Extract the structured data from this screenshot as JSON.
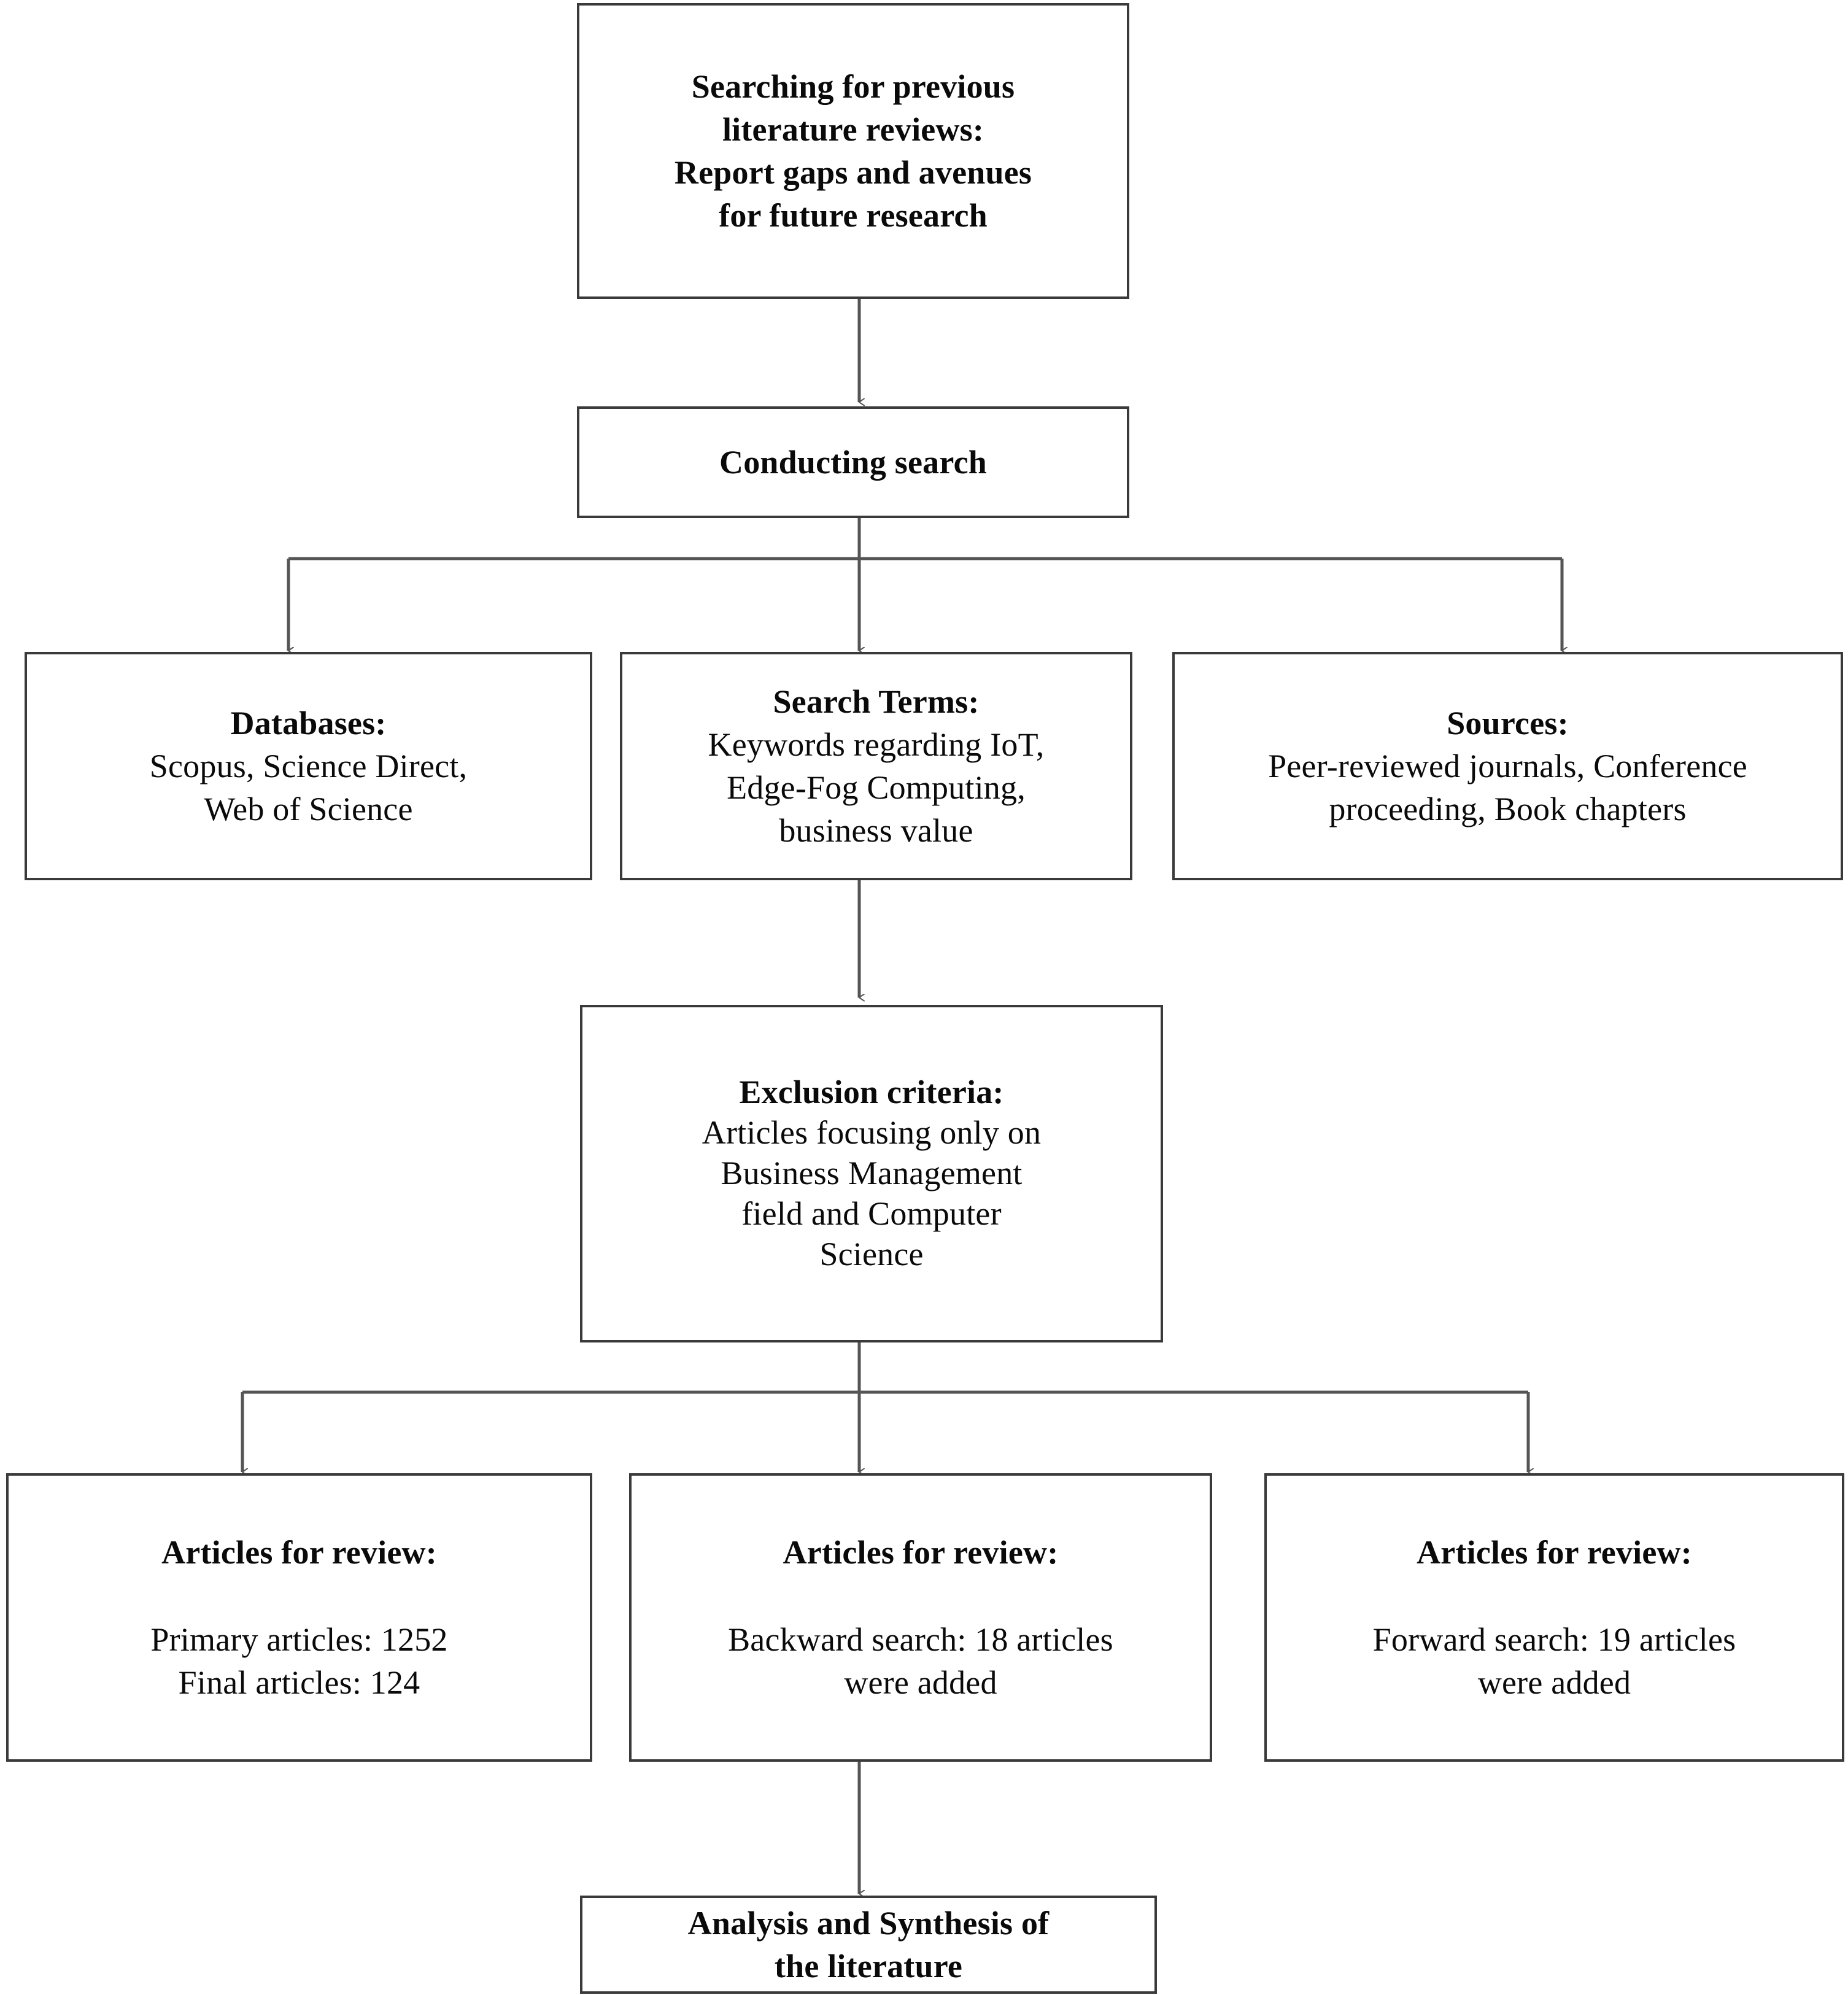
{
  "diagram": {
    "title": "Literature review search methodology flowchart",
    "colors": {
      "box_border": "#3a3a3a",
      "connector": "#555555",
      "text": "#0a0a0a",
      "background": "#ffffff"
    },
    "nodes": {
      "previous_reviews": {
        "lines": [
          "Searching for previous",
          "literature reviews:",
          "Report gaps and avenues",
          "for future research"
        ]
      },
      "conducting_search": {
        "lines": [
          "Conducting search"
        ]
      },
      "databases": {
        "heading": "Databases:",
        "lines": [
          "Scopus, Science Direct,",
          "Web of Science"
        ]
      },
      "search_terms": {
        "heading": "Search Terms:",
        "lines": [
          "Keywords regarding IoT,",
          "Edge-Fog Computing,",
          "business value"
        ]
      },
      "sources": {
        "heading": "Sources:",
        "lines": [
          "Peer-reviewed journals, Conference",
          "proceeding, Book chapters"
        ]
      },
      "exclusion_criteria": {
        "heading": "Exclusion criteria:",
        "lines": [
          "Articles focusing only on",
          "Business Management",
          "field and Computer",
          "Science"
        ]
      },
      "articles_primary": {
        "heading": "Articles for review:",
        "lines": [
          "Primary articles:  1252",
          "Final articles: 124"
        ]
      },
      "articles_backward": {
        "heading": "Articles for review:",
        "lines": [
          "Backward search: 18 articles",
          "were added"
        ]
      },
      "articles_forward": {
        "heading": "Articles for review:",
        "lines": [
          "Forward search: 19 articles",
          "were added"
        ]
      },
      "analysis_synthesis": {
        "lines": [
          "Analysis and Synthesis of",
          "the literature"
        ]
      }
    }
  }
}
